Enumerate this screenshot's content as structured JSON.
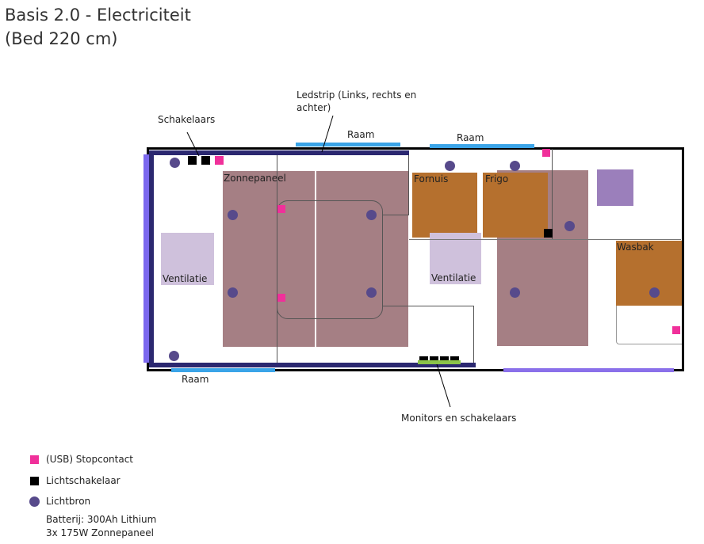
{
  "title": {
    "line1": "Basis 2.0 - Electriciteit",
    "line2": "(Bed 220 cm)"
  },
  "labels": {
    "schakelaars": "Schakelaars",
    "ledstrip": "Ledstrip (Links, rechts en achter)",
    "raam": "Raam",
    "zonnepaneel": "Zonnepaneel",
    "fornuis": "Fornuis",
    "frigo": "Frigo",
    "ventilatie": "Ventilatie",
    "wasbak": "Wasbak",
    "monitors": "Monitors en schakelaars"
  },
  "legend": [
    {
      "label": "(USB) Stopcontact",
      "color": "#f0309a"
    },
    {
      "label": "Lichtschakelaar",
      "color": "#000000"
    },
    {
      "label": "Lichtbron",
      "color": "#574a8b"
    }
  ],
  "notes": {
    "battery": "Batterij: 300Ah Lithium",
    "solar": "3x 175W Zonnepaneel"
  }
}
